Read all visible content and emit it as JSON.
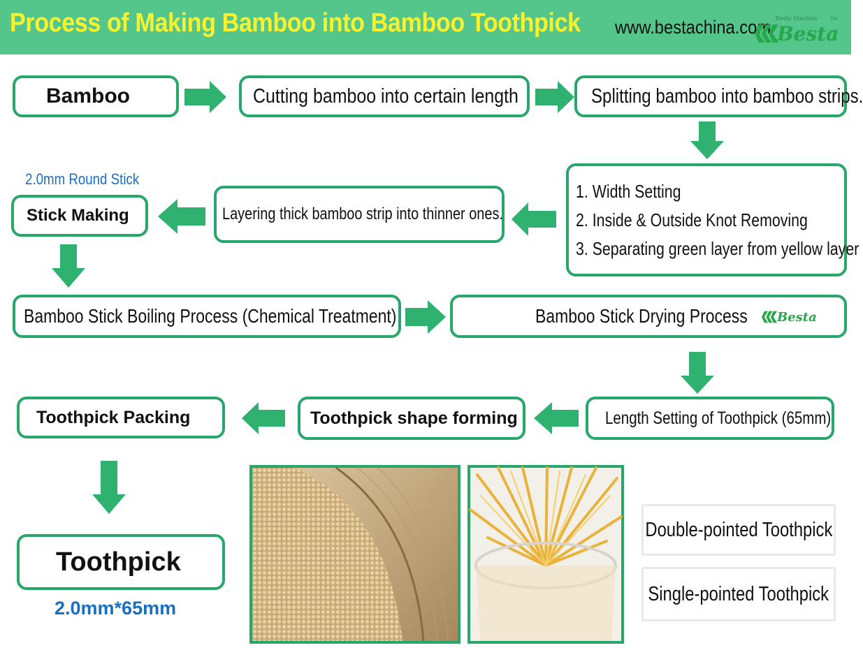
{
  "header": {
    "title": "Process of Making Bamboo into Bamboo Toothpick",
    "url": "www.bestachina.com",
    "logo_tagline": "Besta Machine",
    "logo_word": "Besta",
    "logo_tm": "TM"
  },
  "steps": {
    "bamboo": "Bamboo",
    "cutting": "Cutting bamboo into certain length",
    "splitting": "Splitting bamboo into bamboo strips.",
    "width_1": "1. Width Setting",
    "width_2": "2. Inside & Outside Knot Removing",
    "width_3": "3. Separating green layer from yellow layer",
    "layering": "Layering thick bamboo strip into thinner ones.",
    "stick_making_note": "2.0mm Round Stick",
    "stick_making": "Stick Making",
    "boiling": "Bamboo Stick Boiling Process (Chemical Treatment)",
    "drying": "Bamboo Stick Drying Process",
    "length_setting": "Length Setting of Toothpick (65mm)",
    "shape_forming": "Toothpick shape forming",
    "packing": "Toothpick Packing",
    "toothpick": "Toothpick",
    "toothpick_size": "2.0mm*65mm"
  },
  "types": {
    "double": "Double-pointed Toothpick",
    "single": "Single-pointed Toothpick"
  },
  "colors": {
    "header_bg": "#54c58b",
    "title": "#f7f230",
    "box_border": "#29a76a",
    "arrow": "#2fb170",
    "note_blue": "#1b6fc0"
  }
}
